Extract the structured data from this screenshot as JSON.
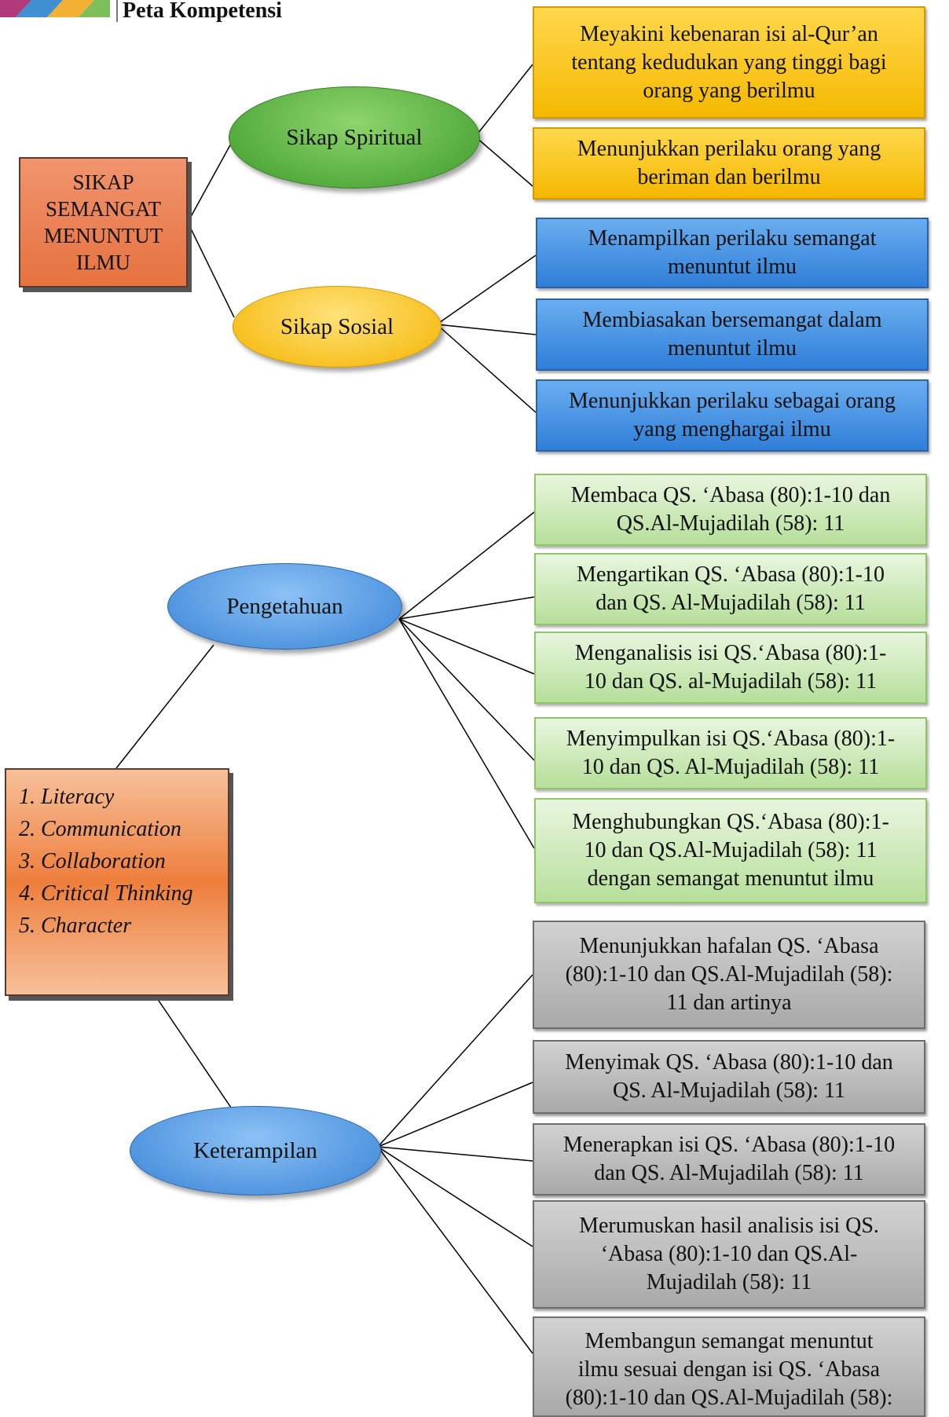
{
  "header": {
    "title": "Peta Kompetensi"
  },
  "root": {
    "lines": [
      "SIKAP",
      "SEMANGAT",
      "MENUNTUT",
      "ILMU"
    ]
  },
  "skills": {
    "items": [
      "Literacy",
      "Communication",
      "Collaboration",
      "Critical Thinking",
      "Character"
    ]
  },
  "nodes": {
    "spiritual": "Sikap Spiritual",
    "sosial": "Sikap Sosial",
    "pengetahuan": "Pengetahuan",
    "keterampilan": "Keterampilan"
  },
  "spiritual_items": [
    [
      "Meyakini kebenaran isi al-Qur’an",
      "tentang kedudukan yang tinggi bagi",
      "orang yang berilmu"
    ],
    [
      "Menunjukkan perilaku orang yang",
      "beriman dan berilmu"
    ]
  ],
  "sosial_items": [
    [
      "Menampilkan perilaku semangat",
      "menuntut ilmu"
    ],
    [
      "Membiasakan bersemangat dalam",
      "menuntut ilmu"
    ],
    [
      "Menunjukkan perilaku sebagai orang",
      "yang menghargai ilmu"
    ]
  ],
  "pengetahuan_items": [
    [
      "Membaca QS. ‘Abasa (80):1-10 dan",
      "QS.Al-Mujadilah (58): 11"
    ],
    [
      "Mengartikan QS. ‘Abasa (80):1-10",
      "dan QS. Al-Mujadilah (58): 11"
    ],
    [
      "Menganalisis isi QS.‘Abasa (80):1-",
      "10 dan QS. al-Mujadilah (58): 11"
    ],
    [
      "Menyimpulkan isi QS.‘Abasa (80):1-",
      "10 dan QS. Al-Mujadilah (58): 11"
    ],
    [
      "Menghubungkan QS.‘Abasa (80):1-",
      "10 dan QS.Al-Mujadilah (58): 11",
      "dengan semangat menuntut ilmu"
    ]
  ],
  "keterampilan_items": [
    [
      "Menunjukkan hafalan QS. ‘Abasa",
      "(80):1-10 dan QS.Al-Mujadilah (58):",
      "11 dan artinya"
    ],
    [
      "Menyimak QS. ‘Abasa (80):1-10 dan",
      "QS. Al-Mujadilah (58): 11"
    ],
    [
      "Menerapkan isi QS. ‘Abasa (80):1-10",
      "dan QS. Al-Mujadilah (58): 11"
    ],
    [
      "Merumuskan hasil analisis isi  QS.",
      "‘Abasa (80):1-10 dan QS.Al-",
      "Mujadilah (58): 11"
    ],
    [
      "Membangun semangat menuntut",
      "ilmu sesuai dengan isi QS. ‘Abasa",
      "(80):1-10 dan QS.Al-Mujadilah (58):"
    ]
  ]
}
